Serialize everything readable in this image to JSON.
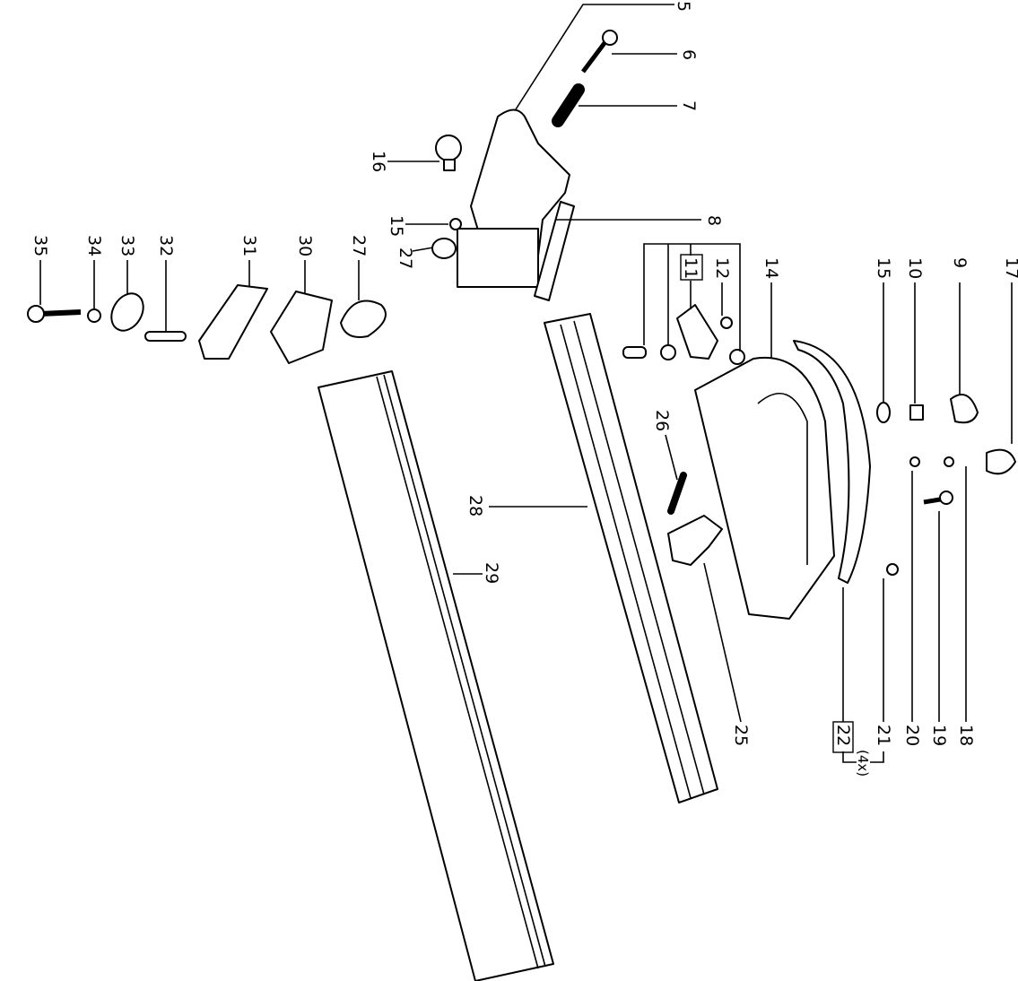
{
  "diagram": {
    "type": "exploded-parts-view",
    "labels": {
      "p5": "5",
      "p6": "6",
      "p7": "7",
      "p16": "16",
      "p15a": "15",
      "p27a": "27",
      "p8": "8",
      "p35": "35",
      "p34": "34",
      "p33": "33",
      "p32": "32",
      "p31": "31",
      "p30": "30",
      "p27b": "27",
      "p11": "11",
      "p12": "12",
      "p14": "14",
      "p15b": "15",
      "p10": "10",
      "p9": "9",
      "p17": "17",
      "p26": "26",
      "p28": "28",
      "p29": "29",
      "p25": "25",
      "p22": "22",
      "qty": "(4x)",
      "p21": "21",
      "p20": "20",
      "p19": "19",
      "p18": "18"
    }
  }
}
